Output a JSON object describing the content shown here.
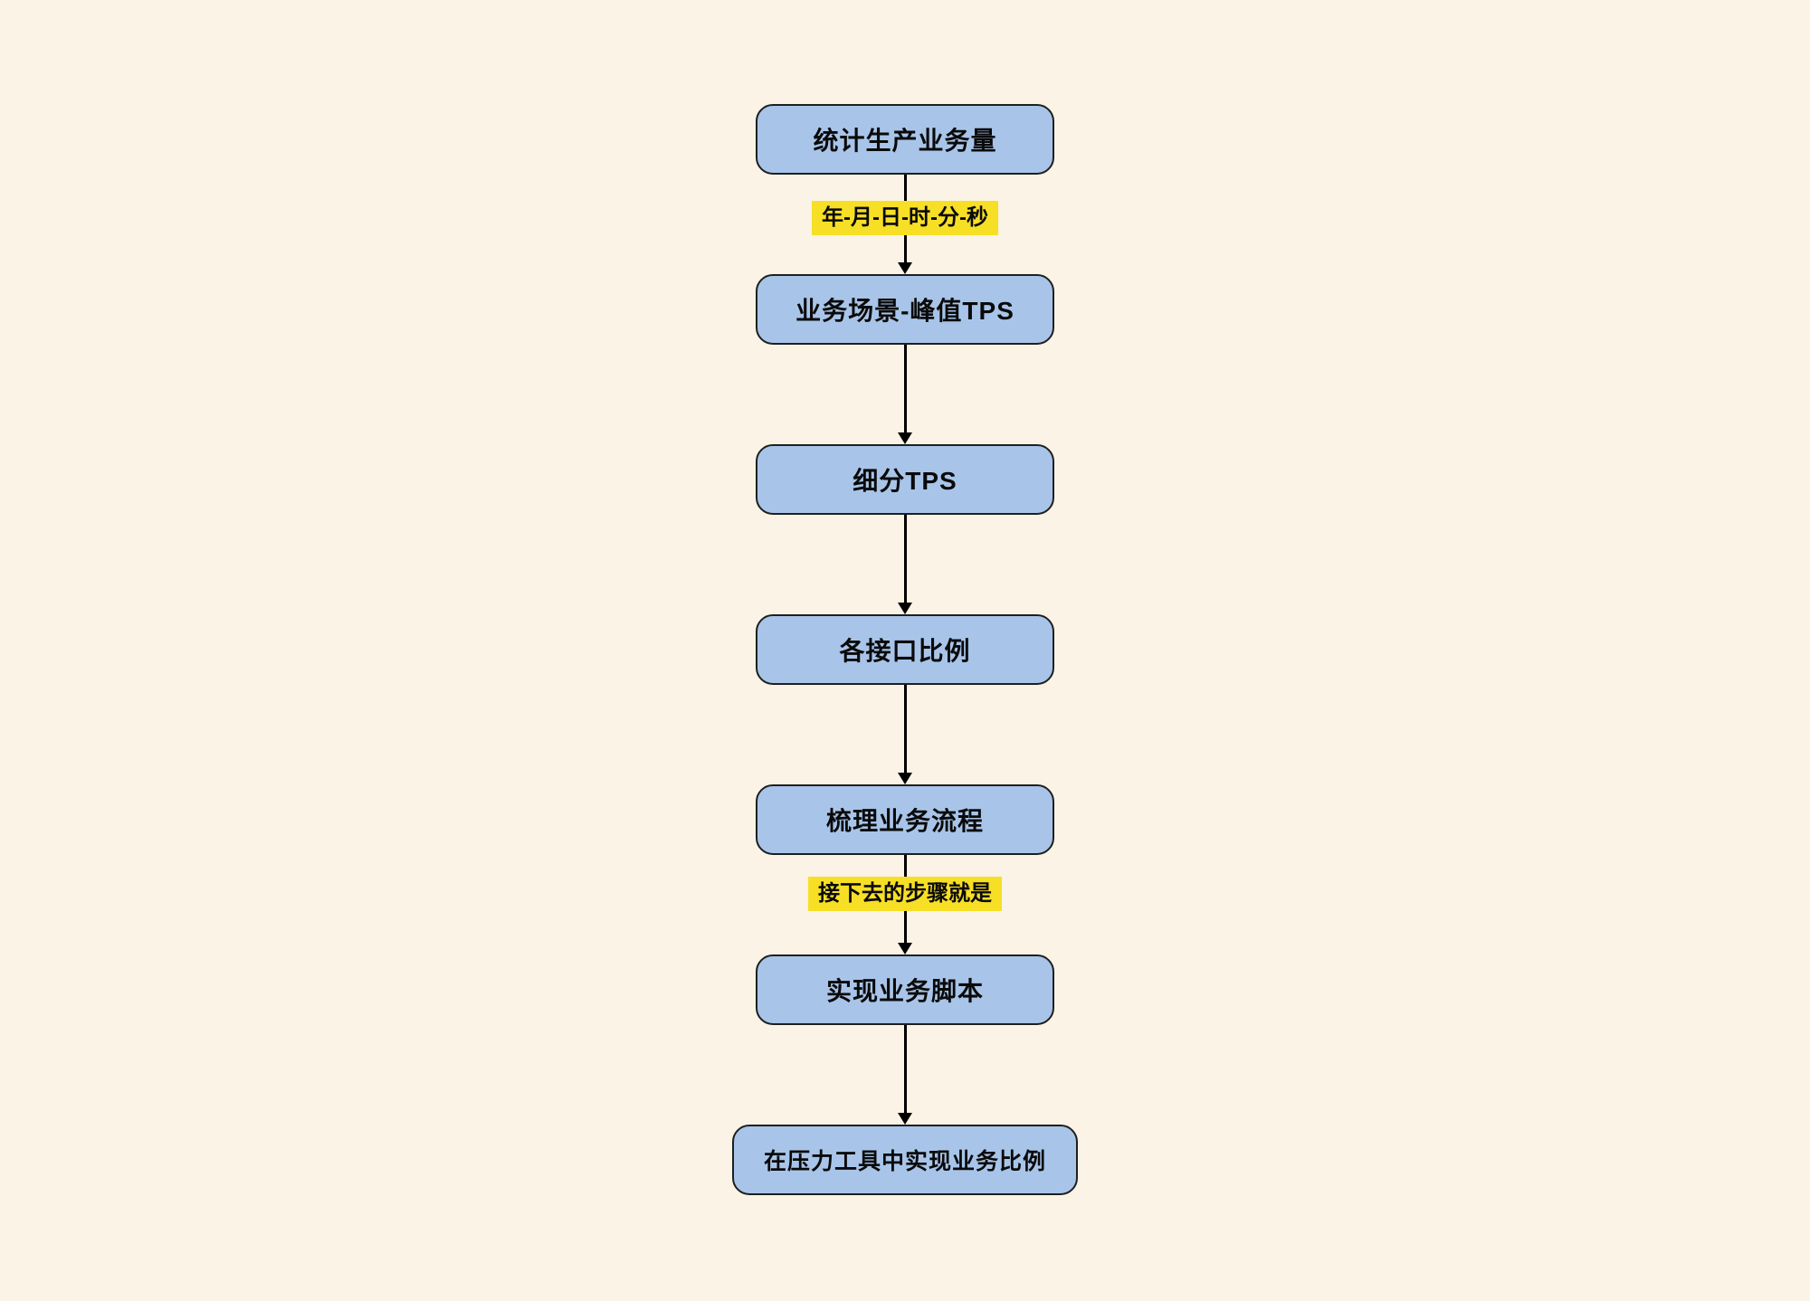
{
  "diagram": {
    "type": "flowchart",
    "direction": "top-down",
    "colors": {
      "background": "#FAF3E6",
      "node_fill": "#A8C5E9",
      "node_border": "#1F1F1F",
      "node_text": "#0A0A0A",
      "edge_label_bg": "#F7DF26",
      "connector": "#000000"
    },
    "nodes": [
      {
        "id": 1,
        "label": "统计生产业务量"
      },
      {
        "id": 2,
        "label": "业务场景-峰值TPS"
      },
      {
        "id": 3,
        "label": "细分TPS"
      },
      {
        "id": 4,
        "label": "各接口比例"
      },
      {
        "id": 5,
        "label": "梳理业务流程"
      },
      {
        "id": 6,
        "label": "实现业务脚本"
      },
      {
        "id": 7,
        "label": "在压力工具中实现业务比例"
      }
    ],
    "edges": [
      {
        "from": 1,
        "to": 2,
        "label": "年-月-日-时-分-秒"
      },
      {
        "from": 2,
        "to": 3,
        "label": ""
      },
      {
        "from": 3,
        "to": 4,
        "label": ""
      },
      {
        "from": 4,
        "to": 5,
        "label": ""
      },
      {
        "from": 5,
        "to": 6,
        "label": "接下去的步骤就是"
      },
      {
        "from": 6,
        "to": 7,
        "label": ""
      }
    ]
  }
}
